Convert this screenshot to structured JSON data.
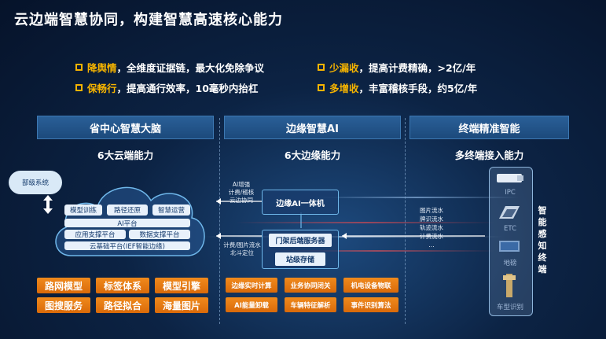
{
  "title": "云边端智慧协同，构建智慧高速核心能力",
  "goals": [
    {
      "highlight": "降舆情",
      "rest": "，全维度证据链，最大化免除争议"
    },
    {
      "highlight": "少漏收",
      "rest": "，提高计费精确，>2亿/年"
    },
    {
      "highlight": "保畅行",
      "rest": "，提高通行效率，10毫秒内抬杠"
    },
    {
      "highlight": "多增收",
      "rest": "，丰富稽核手段，约5亿/年"
    }
  ],
  "columns": [
    {
      "header": "省中心智慧大脑",
      "sub": "6大云端能力"
    },
    {
      "header": "边缘智慧AI",
      "sub": "6大边缘能力"
    },
    {
      "header": "终端精准智能",
      "sub": "多终端接入能力"
    }
  ],
  "cloud": {
    "dept": "部级系统",
    "modules": [
      "模型训练",
      "路径还原",
      "智慧运营"
    ],
    "ai_platform": "AI平台",
    "app_platform": "应用支撑平台",
    "data_platform": "数据支撑平台",
    "base_platform": "云基础平台(IEF智能边缘)",
    "capabilities": [
      "路网模型",
      "标签体系",
      "模型引擎",
      "图搜服务",
      "路径拟合",
      "海量图片"
    ]
  },
  "edge": {
    "top_label": "AI增强\n计费/稽核\n云边协同",
    "bottom_label": "计费/图片流水\n北斗定位",
    "ai_box": "边缘AI一体机",
    "gantry_server": "门架后端服务器",
    "storage": "站级存储",
    "capabilities": [
      "边缘实时计算",
      "业务协同闭关",
      "机电设备物联",
      "AI能量卸载",
      "车辆特征解析",
      "事件识别算法"
    ]
  },
  "terminal": {
    "flows": [
      "图片流水",
      "牌识流水",
      "轨迹流水",
      "计费流水",
      "..."
    ],
    "devices": [
      "IPC",
      "ETC",
      "地磅",
      "车型识别"
    ],
    "vertical_label": "智能感知终端"
  },
  "colors": {
    "accent": "#f6b400",
    "orange": "#e87a12",
    "line": "#6fb7ea"
  }
}
